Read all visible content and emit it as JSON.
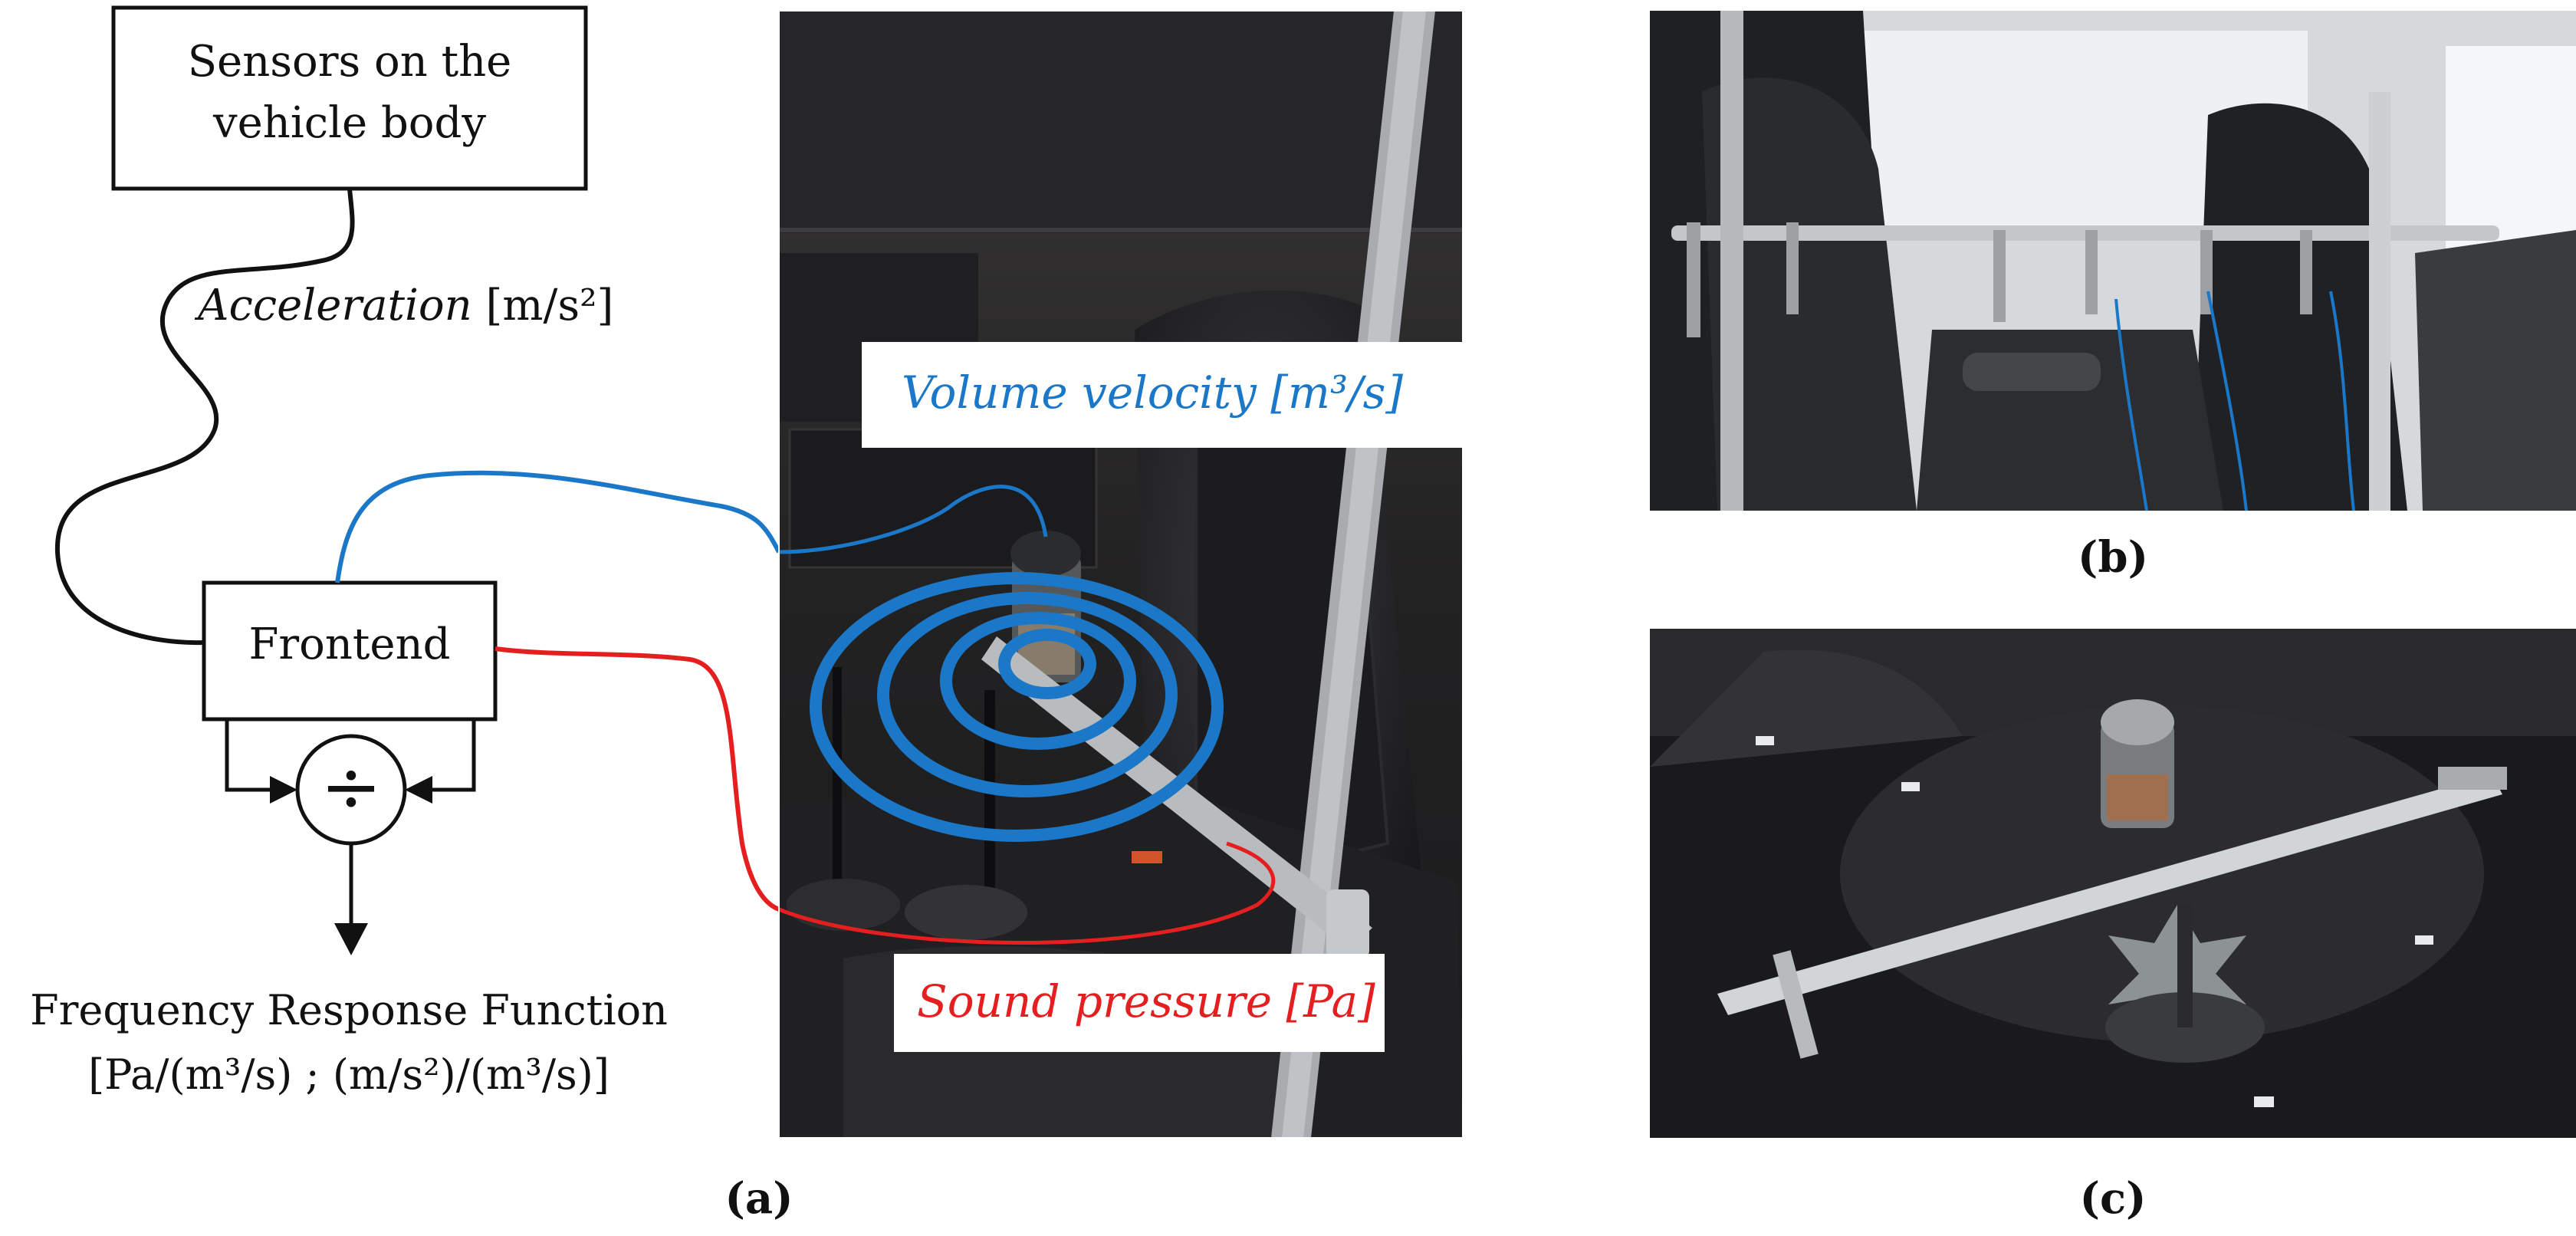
{
  "schematic": {
    "sensors_box": {
      "line1": "Sensors on the",
      "line2": "vehicle body"
    },
    "acceleration_label": {
      "word": "Acceleration",
      "unit": "[m/s²]"
    },
    "frontend_box": "Frontend",
    "divider_symbol": "÷",
    "output": {
      "line1": "Frequency Response Function",
      "line2": "[Pa/(m³/s) ; (m/s²)/(m³/s)]"
    }
  },
  "photo_a": {
    "volume_velocity_label": {
      "word": "Volume velocity",
      "unit": "[m³/s]"
    },
    "sound_pressure_label": {
      "word": "Sound pressure",
      "unit": "[Pa]"
    }
  },
  "captions": {
    "a": "(a)",
    "b": "(b)",
    "c": "(c)"
  },
  "colors": {
    "volume_velocity": "#1b78c8",
    "sound_pressure": "#e51f1f",
    "acceleration": "#111111",
    "interior_dark": "#1c1c1e"
  }
}
